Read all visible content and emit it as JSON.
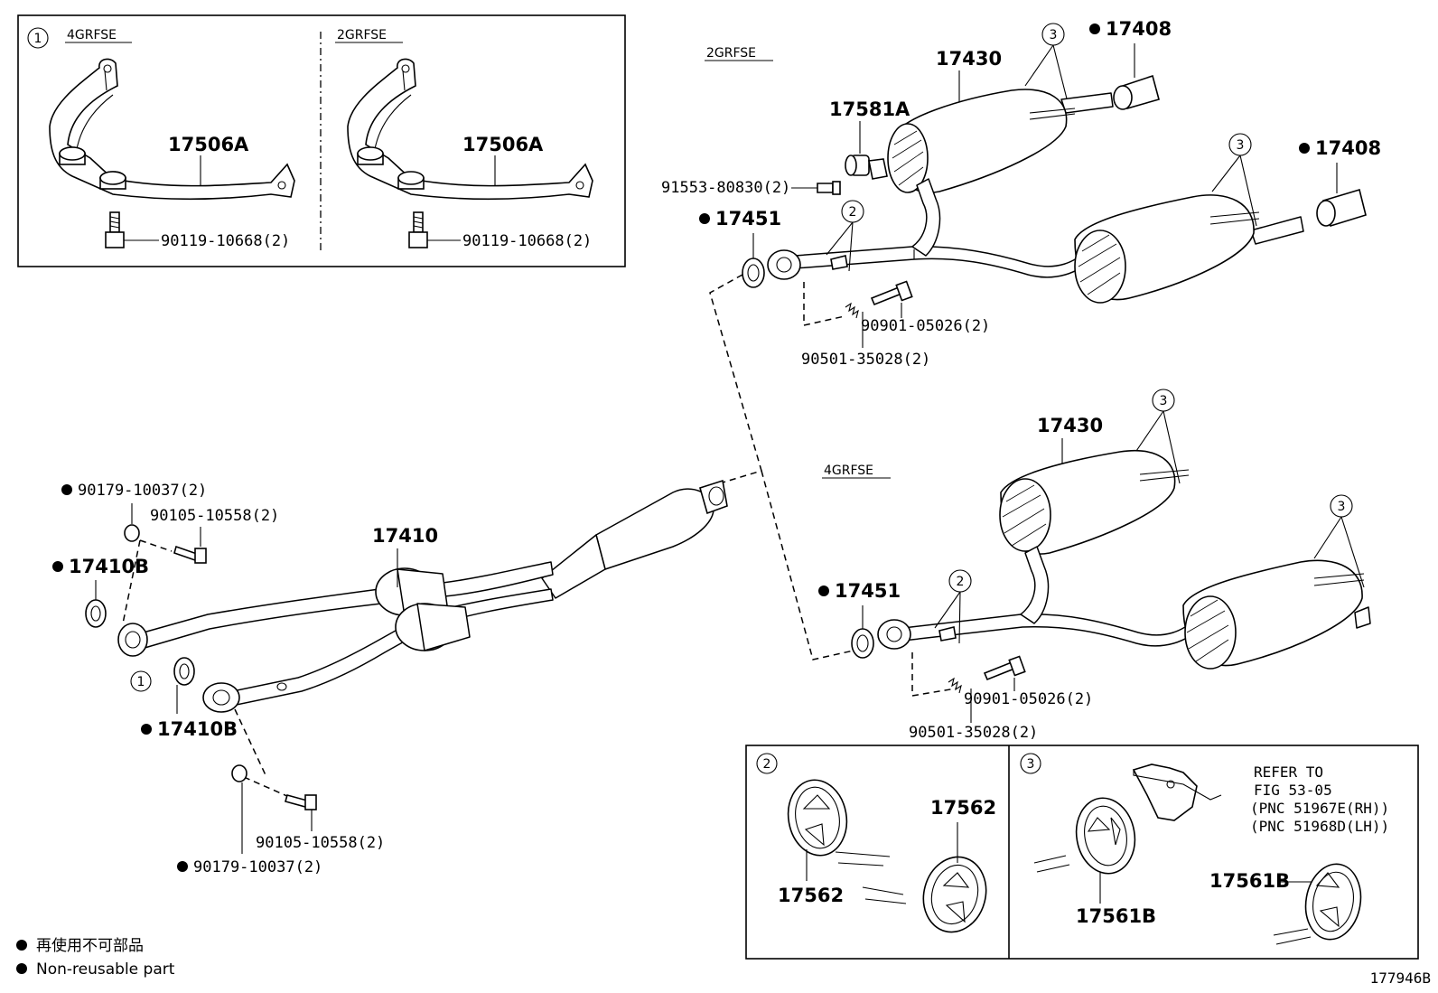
{
  "inset1": {
    "callout": "1",
    "left": {
      "engine": "4GRFSE",
      "part": "17506A",
      "bolt": "90119-10668(2)"
    },
    "right": {
      "engine": "2GRFSE",
      "part": "17506A",
      "bolt": "90119-10668(2)"
    }
  },
  "upper_right": {
    "engine": "2GRFSE",
    "muffler": "17430",
    "callout_3a": "3",
    "callout_3b": "3",
    "tip_a": "17408",
    "tip_b": "17408",
    "valve": "17581A",
    "valve_bolt": "91553-80830(2)",
    "gasket": "17451",
    "callout_2": "2",
    "bolt": "90901-05026(2)",
    "spring": "90501-35028(2)"
  },
  "lower_right": {
    "engine": "4GRFSE",
    "muffler": "17430",
    "callout_3a": "3",
    "callout_3b": "3",
    "gasket": "17451",
    "callout_2": "2",
    "bolt": "90901-05026(2)",
    "spring": "90501-35028(2)"
  },
  "front": {
    "pipe": "17410",
    "nut_top": "90179-10037(2)",
    "bolt_top": "90105-10558(2)",
    "gasket_top": "17410B",
    "callout_1": "1",
    "gasket_bottom": "17410B",
    "bolt_bottom": "90105-10558(2)",
    "nut_bottom": "90179-10037(2)"
  },
  "inset2": {
    "callout": "2",
    "part_a": "17562",
    "part_b": "17562"
  },
  "inset3": {
    "callout": "3",
    "ref_line1": "REFER TO",
    "ref_line2": "FIG 53-05",
    "ref_line3": "(PNC 51967E(RH))",
    "ref_line4": "(PNC 51968D(LH))",
    "part_a": "17561B",
    "part_b": "17561B"
  },
  "legend": {
    "jp": "再使用不可部品",
    "en": "Non-reusable part"
  },
  "figure_id": "177946B"
}
